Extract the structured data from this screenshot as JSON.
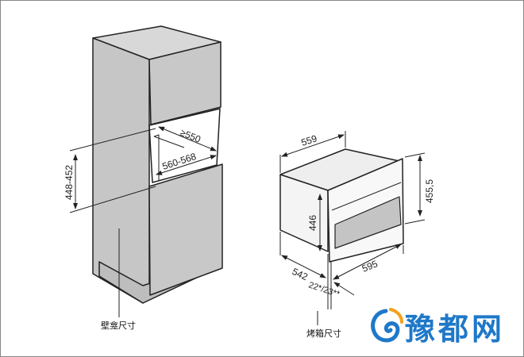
{
  "niche": {
    "caption": "壁龛尺寸",
    "dims": {
      "height": "448-452",
      "depth": "≥550",
      "width": "560-568"
    }
  },
  "oven": {
    "caption": "烤箱尺寸",
    "dims": {
      "depth_top": "559",
      "height_body": "446",
      "height_front": "455,5",
      "depth_side": "542",
      "width": "595",
      "front_thickness": "22*/23**"
    }
  },
  "watermark": {
    "text": "豫都网"
  },
  "colors": {
    "panel": "#c8c8c8",
    "line": "#222222",
    "logo": "#1f78c8"
  }
}
